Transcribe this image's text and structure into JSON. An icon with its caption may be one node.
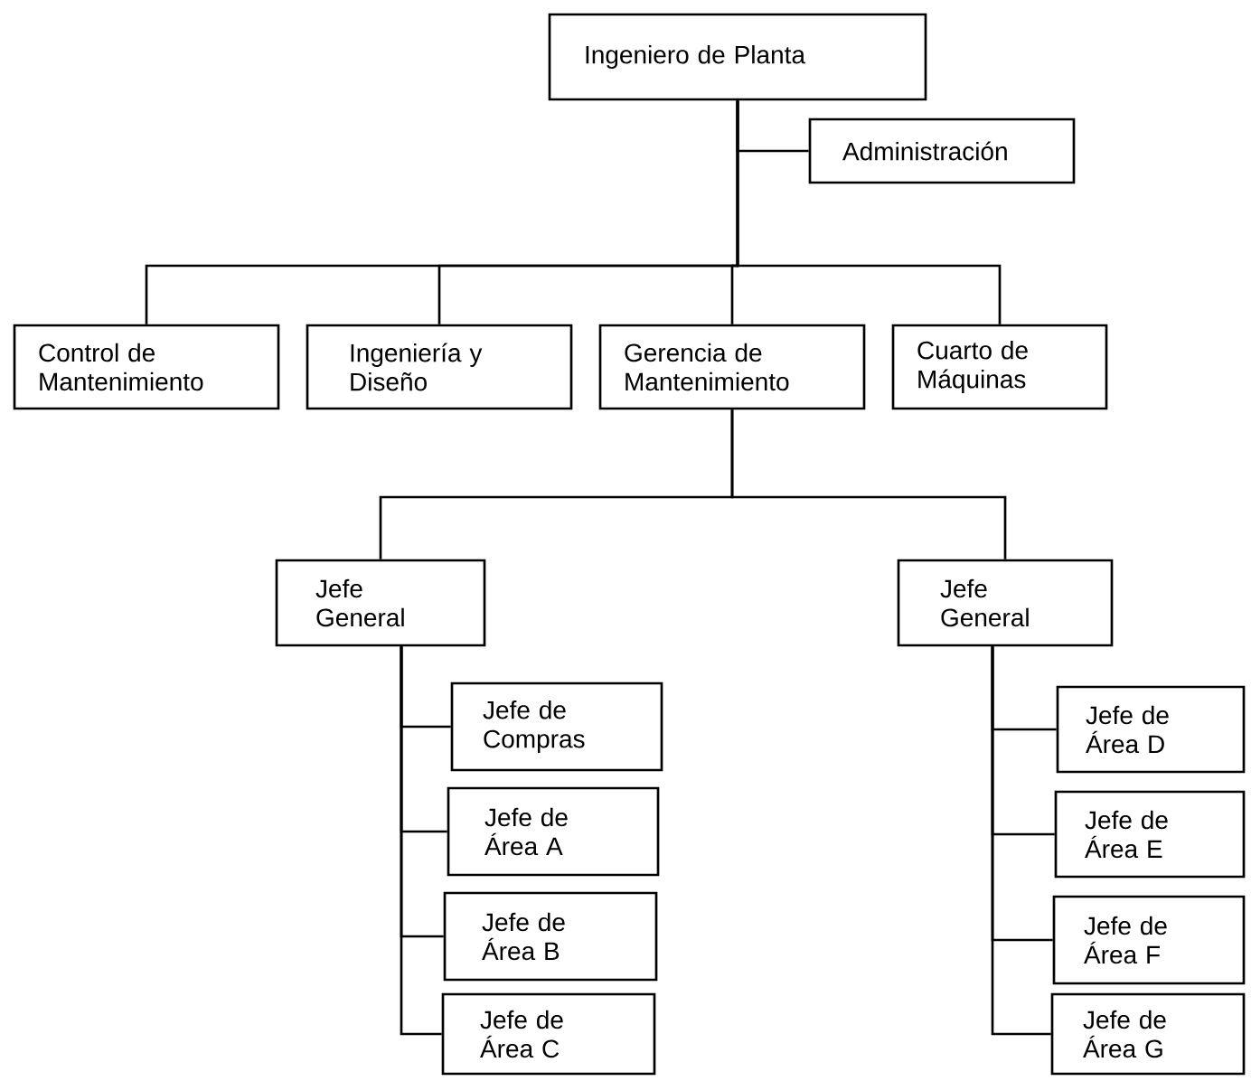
{
  "diagram": {
    "nodes": [
      {
        "text": [
          "Ingeniero de Planta"
        ]
      },
      {
        "text": [
          "Administración"
        ]
      },
      {
        "text": [
          "Control de Mantenimiento"
        ]
      },
      {
        "text": [
          "Ingeniería y Diseño"
        ]
      },
      {
        "text": [
          "Gerencia de Mantenimiento"
        ]
      },
      {
        "text": [
          "Cuarto de Máquinas"
        ]
      },
      {
        "text": [
          "Jefe General"
        ]
      },
      {
        "text": [
          "Jefe General"
        ]
      },
      {
        "text": [
          "Jefe de Compras"
        ]
      },
      {
        "text": [
          "Jefe de Área A"
        ]
      },
      {
        "text": [
          "Jefe de Área B"
        ]
      },
      {
        "text": [
          "Jefe de Área C"
        ]
      },
      {
        "text": [
          "Jefe de Área D"
        ]
      },
      {
        "text": [
          "Jefe de Área E"
        ]
      },
      {
        "text": [
          "Jefe de Área F"
        ]
      },
      {
        "text": [
          "Jefe de Área G"
        ]
      }
    ],
    "edges": [
      {
        "from": 0,
        "to": 1,
        "arrow": "none"
      },
      {
        "from": 0,
        "to": 2,
        "arrow": "none"
      },
      {
        "from": 0,
        "to": 3,
        "arrow": "none"
      },
      {
        "from": 0,
        "to": 4,
        "arrow": "none"
      },
      {
        "from": 0,
        "to": 5,
        "arrow": "none"
      },
      {
        "from": 4,
        "to": 6,
        "arrow": "none"
      },
      {
        "from": 4,
        "to": 7,
        "arrow": "none"
      },
      {
        "from": 6,
        "to": 8,
        "arrow": "none"
      },
      {
        "from": 6,
        "to": 9,
        "arrow": "none"
      },
      {
        "from": 6,
        "to": 10,
        "arrow": "none"
      },
      {
        "from": 6,
        "to": 11,
        "arrow": "none"
      },
      {
        "from": 7,
        "to": 12,
        "arrow": "none"
      },
      {
        "from": 7,
        "to": 13,
        "arrow": "none"
      },
      {
        "from": 7,
        "to": 14,
        "arrow": "none"
      },
      {
        "from": 7,
        "to": 15,
        "arrow": "none"
      }
    ]
  }
}
